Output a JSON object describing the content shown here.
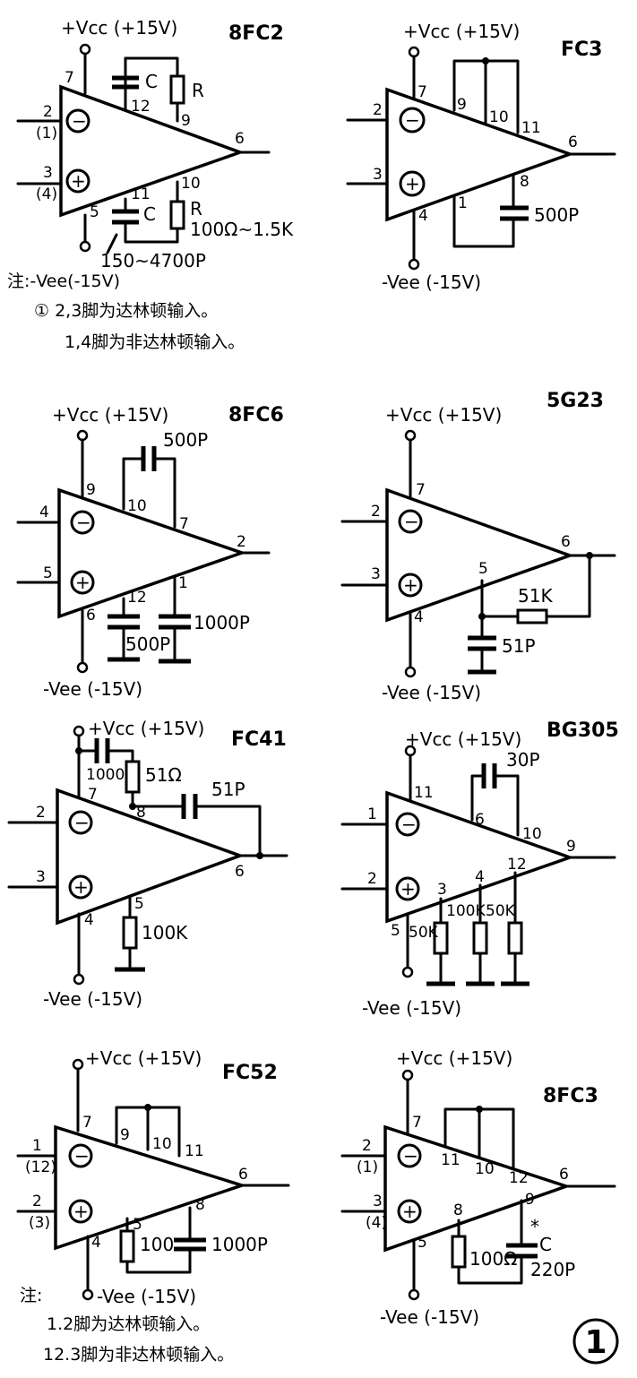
{
  "colors": {
    "ink": "#000000",
    "paper": "#ffffff"
  },
  "supply": {
    "vcc": "+Vcc (+15V)",
    "vee": "-Vee (-15V)"
  },
  "symbols": {
    "minus": "−",
    "plus": "+"
  },
  "figure_number": "1",
  "circuits": {
    "c8fc2": {
      "name": "8FC2",
      "pins": {
        "p7": "7",
        "p12": "12",
        "p9": "9",
        "p2": "2",
        "p1": "(1)",
        "p3": "3",
        "p4": "(4)",
        "p5": "5",
        "p11": "11",
        "p10": "10",
        "p6": "6"
      },
      "labels": {
        "c_top": "C",
        "r_top": "R",
        "c_bot": "C",
        "r_bot": "R",
        "r_range": "100Ω~1.5K",
        "c_range": "150~4700P"
      },
      "note": {
        "head": "注:-Vee(-15V)",
        "line1": "① 2,3脚为达林顿输入。",
        "line2": "1,4脚为非达林顿输入。"
      }
    },
    "fc3": {
      "name": "FC3",
      "pins": {
        "p7": "7",
        "p9": "9",
        "p10": "10",
        "p11": "11",
        "p2": "2",
        "p3": "3",
        "p4": "4",
        "p1": "1",
        "p8": "8",
        "p6": "6"
      },
      "labels": {
        "cap": "500P"
      }
    },
    "c8fc6": {
      "name": "8FC6",
      "pins": {
        "p9": "9",
        "p10": "10",
        "p7": "7",
        "p4": "4",
        "p5": "5",
        "p6": "6",
        "p12": "12",
        "p1": "1",
        "p2": "2"
      },
      "labels": {
        "cap_top": "500P",
        "cap_12": "500P",
        "cap_1": "1000P"
      }
    },
    "c5g23": {
      "name": "5G23",
      "pins": {
        "p7": "7",
        "p2": "2",
        "p3": "3",
        "p4": "4",
        "p5": "5",
        "p6": "6"
      },
      "labels": {
        "res": "51K",
        "cap": "51P"
      }
    },
    "fc41": {
      "name": "FC41",
      "pins": {
        "p7": "7",
        "p8": "8",
        "p2": "2",
        "p3": "3",
        "p4": "4",
        "p5": "5",
        "p6": "6"
      },
      "labels": {
        "cap_1000": "1000",
        "res_51": "51Ω",
        "cap_51p": "51P",
        "res_100k": "100K"
      }
    },
    "bg305": {
      "name": "BG305",
      "pins": {
        "p11": "11",
        "p6": "6",
        "p10": "10",
        "p1": "1",
        "p2": "2",
        "p5": "5",
        "p3": "3",
        "p4": "4",
        "p12": "12",
        "p9": "9"
      },
      "labels": {
        "cap": "30P",
        "r3": "50K",
        "r4": "100K",
        "r12": "50K"
      }
    },
    "fc52": {
      "name": "FC52",
      "pins": {
        "p7": "7",
        "p9": "9",
        "p10": "10",
        "p11": "11",
        "p1": "1",
        "p12": "(12)",
        "p2": "2",
        "p3": "(3)",
        "p4": "4",
        "p5": "5",
        "p8": "8",
        "p6": "6"
      },
      "labels": {
        "res": "100",
        "cap": "1000P"
      },
      "note": {
        "head": "注:",
        "line1": "1.2脚为达林顿输入。",
        "line2": "12.3脚为非达林顿输入。"
      }
    },
    "c8fc3": {
      "name": "8FC3",
      "pins": {
        "p7": "7",
        "p11": "11",
        "p10": "10",
        "p12": "12",
        "p2": "2",
        "p1": "(1)",
        "p3": "3",
        "p4": "(4)",
        "p5": "5",
        "p8": "8",
        "p9": "9",
        "p6": "6"
      },
      "labels": {
        "res": "100Ω",
        "star": "*",
        "cap_c": "C",
        "cap": "220P"
      }
    }
  }
}
